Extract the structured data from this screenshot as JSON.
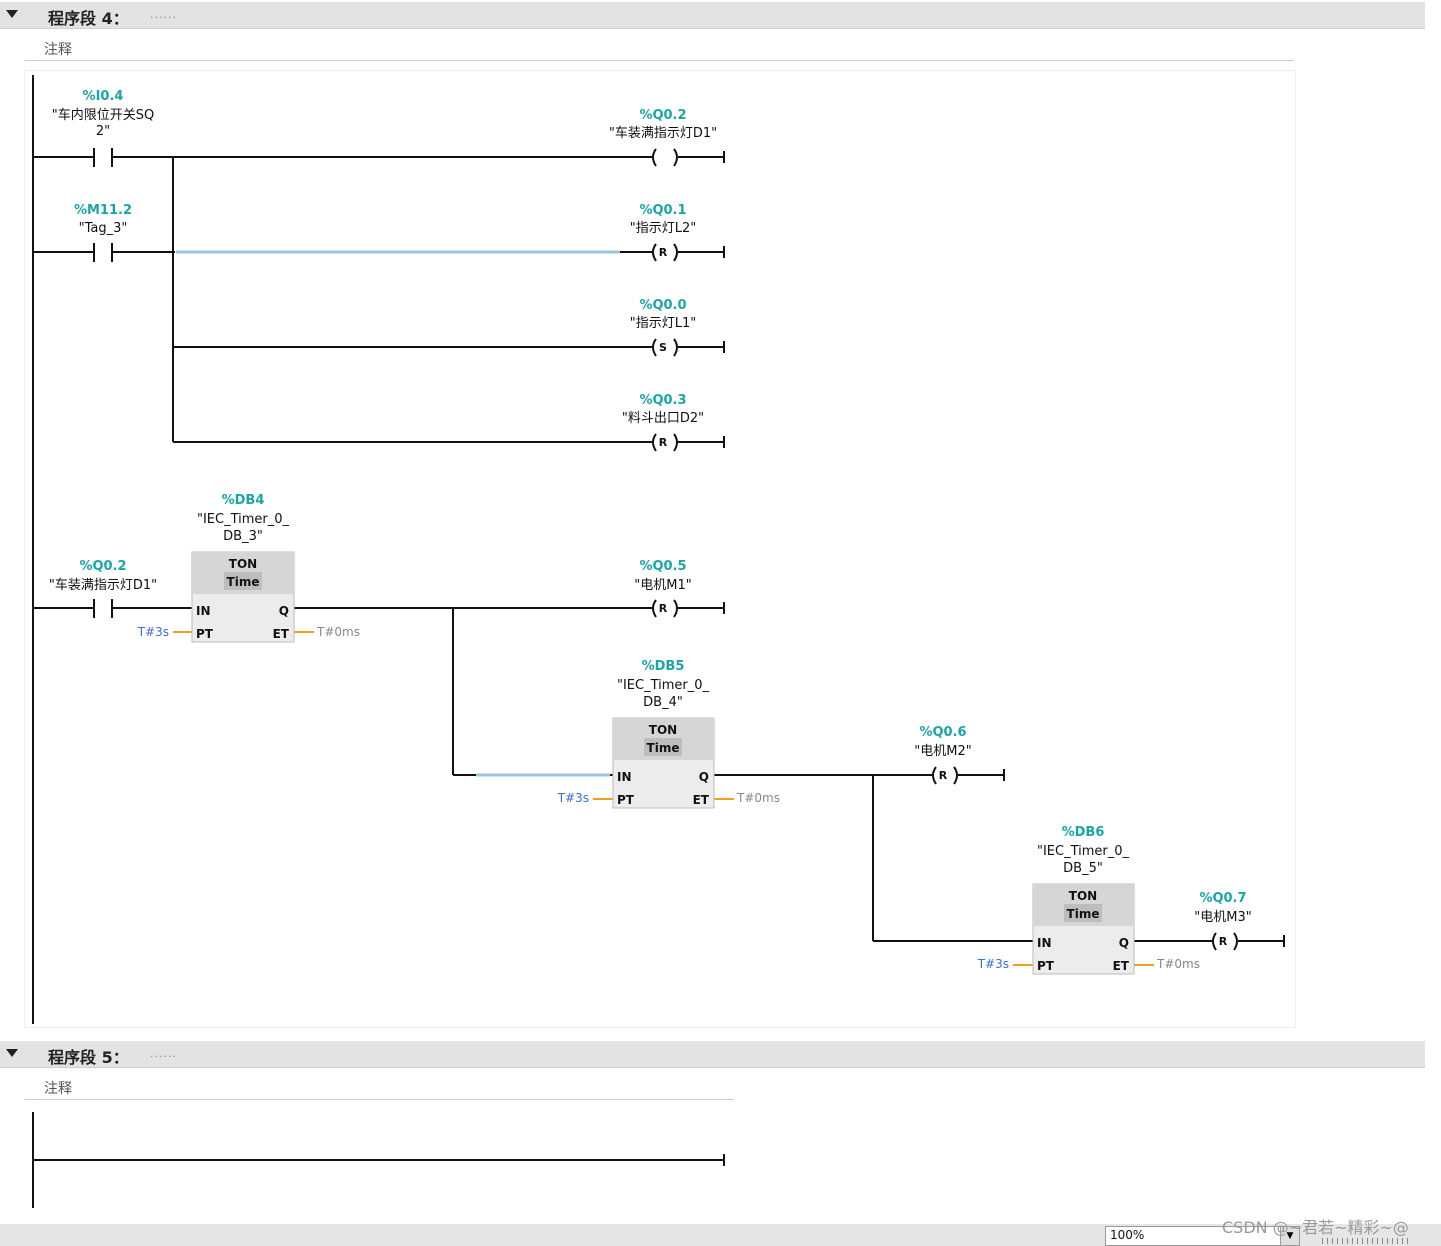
{
  "networks": [
    {
      "title": "程序段 4：",
      "dots": "......",
      "comment": "注释"
    },
    {
      "title": "程序段 5：",
      "dots": "......",
      "comment": "注释"
    }
  ],
  "contacts": [
    {
      "addr": "%I0.4",
      "name_line1": "\"车内限位开关SQ",
      "name_line2": "2\""
    },
    {
      "addr": "%M11.2",
      "name": "\"Tag_3\""
    },
    {
      "addr": "%Q0.2",
      "name": "\"车装满指示灯D1\""
    }
  ],
  "coils": [
    {
      "addr": "%Q0.2",
      "name": "\"车装满指示灯D1\"",
      "type": ""
    },
    {
      "addr": "%Q0.1",
      "name": "\"指示灯L2\"",
      "type": "R"
    },
    {
      "addr": "%Q0.0",
      "name": "\"指示灯L1\"",
      "type": "S"
    },
    {
      "addr": "%Q0.3",
      "name": "\"料斗出口D2\"",
      "type": "R"
    },
    {
      "addr": "%Q0.5",
      "name": "\"电机M1\"",
      "type": "R"
    },
    {
      "addr": "%Q0.6",
      "name": "\"电机M2\"",
      "type": "R"
    },
    {
      "addr": "%Q0.7",
      "name": "\"电机M3\"",
      "type": "R"
    }
  ],
  "timers": [
    {
      "db": "%DB4",
      "name_line1": "\"IEC_Timer_0_",
      "name_line2": "DB_3\"",
      "type": "TON",
      "sub": "Time",
      "in": "IN",
      "q": "Q",
      "pt": "PT",
      "et": "ET",
      "pt_value": "T#3s",
      "et_value": "T#0ms"
    },
    {
      "db": "%DB5",
      "name_line1": "\"IEC_Timer_0_",
      "name_line2": "DB_4\"",
      "type": "TON",
      "sub": "Time",
      "in": "IN",
      "q": "Q",
      "pt": "PT",
      "et": "ET",
      "pt_value": "T#3s",
      "et_value": "T#0ms"
    },
    {
      "db": "%DB6",
      "name_line1": "\"IEC_Timer_0_",
      "name_line2": "DB_5\"",
      "type": "TON",
      "sub": "Time",
      "in": "IN",
      "q": "Q",
      "pt": "PT",
      "et": "ET",
      "pt_value": "T#3s",
      "et_value": "T#0ms"
    }
  ],
  "statusbar": {
    "zoom": "100%",
    "watermark": "CSDN @~君若~精彩~@"
  }
}
